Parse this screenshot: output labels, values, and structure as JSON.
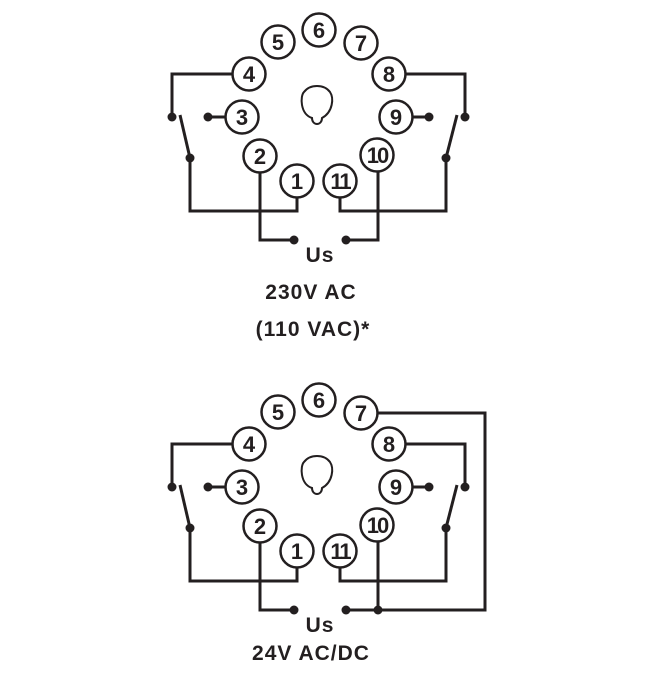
{
  "diagrams": [
    {
      "terminals": [
        "1",
        "2",
        "3",
        "4",
        "5",
        "6",
        "7",
        "8",
        "9",
        "10",
        "11"
      ],
      "supply_label": "Us",
      "voltage_label": "230V AC",
      "voltage_note": "(110 VAC)*"
    },
    {
      "terminals": [
        "1",
        "2",
        "3",
        "4",
        "5",
        "6",
        "7",
        "8",
        "9",
        "10",
        "11"
      ],
      "supply_label": "Us",
      "voltage_label": "24V AC/DC"
    }
  ],
  "colors": {
    "ink": "#231f20",
    "background": "#ffffff"
  }
}
